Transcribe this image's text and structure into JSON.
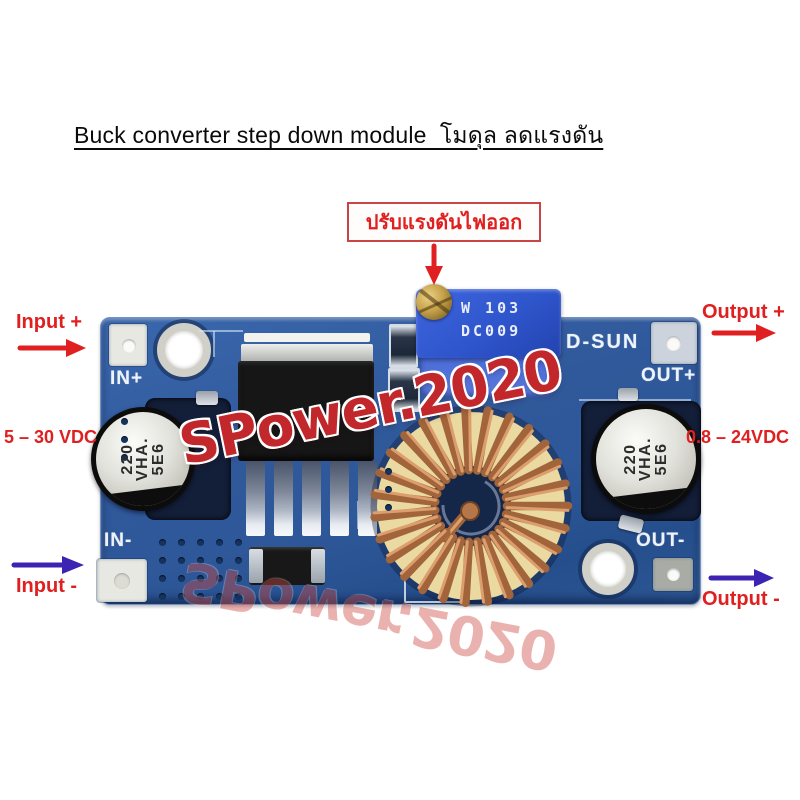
{
  "title": "Buck converter step down module  โมดุล ลดแรงดัน",
  "callout": {
    "adjust_label": "ปรับแรงดันไฟออก"
  },
  "annotations": {
    "input_plus": "Input +",
    "input_minus": "Input -",
    "output_plus": "Output +",
    "output_minus": "Output -",
    "input_range": "5 – 30 VDC",
    "output_range": "0.8 – 24VDC"
  },
  "board": {
    "silkscreen": {
      "brand": "D-SUN",
      "in_plus": "IN+",
      "in_minus": "IN-",
      "out_plus": "OUT+",
      "out_minus": "OUT-"
    },
    "trimpot": {
      "line1": "W 103",
      "line2": "DC009"
    },
    "capacitor": {
      "line1": "220",
      "line2": "VHA.",
      "line3": "5E6"
    }
  },
  "watermark": {
    "main": "SPower.2020",
    "ghost": "SPower.2020"
  },
  "colors": {
    "accent-red": "#e02020",
    "arrow-purple": "#3d23b2",
    "watermark-red": "#c2272b",
    "board-blue": "#2e5899",
    "trimpot-blue": "#2f55cc",
    "copper": "#b5764a",
    "core-yellow": "#ead9a0"
  }
}
